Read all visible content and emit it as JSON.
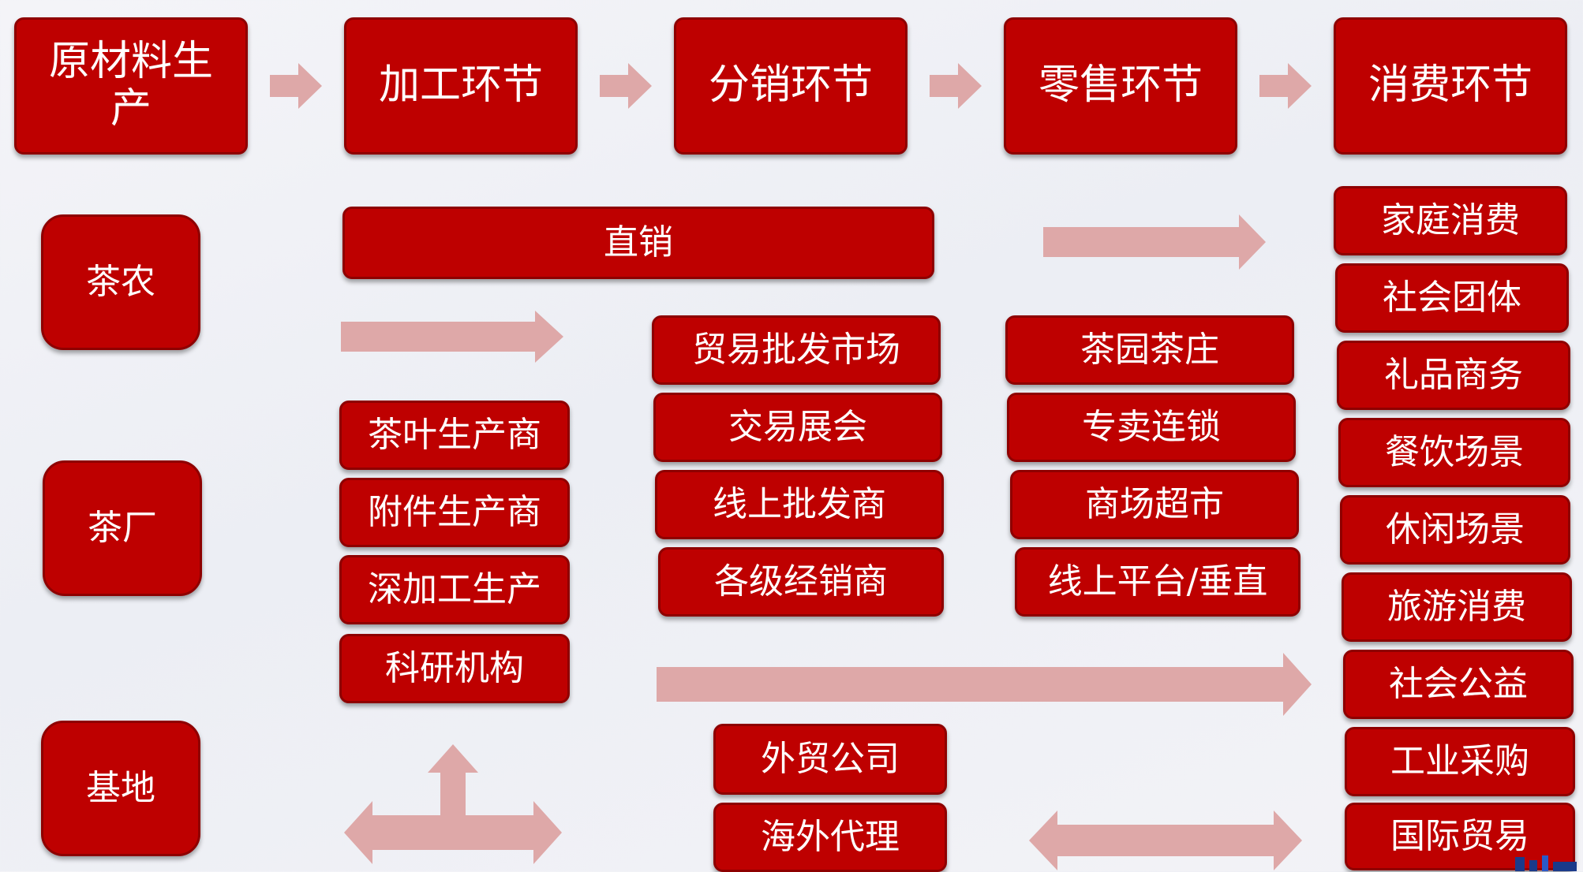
{
  "stages": [
    "原材料生产",
    "加工环节",
    "分销环节",
    "零售环节",
    "消费环节"
  ],
  "sources": [
    "茶农",
    "茶厂",
    "基地"
  ],
  "direct_sales": "直销",
  "producers": [
    "茶叶生产商",
    "附件生产商",
    "深加工生产",
    "科研机构"
  ],
  "distributors": [
    "贸易批发市场",
    "交易展会",
    "线上批发商",
    "各级经销商"
  ],
  "retailers": [
    "茶园茶庄",
    "专卖连锁",
    "商场超市",
    "线上平台/垂直"
  ],
  "trade": [
    "外贸公司",
    "海外代理"
  ],
  "consumption": [
    "家庭消费",
    "社会团体",
    "礼品商务",
    "餐饮场景",
    "休闲场景",
    "旅游消费",
    "社会公益",
    "工业采购",
    "国际贸易"
  ],
  "colors": {
    "box": "#be0000",
    "border": "#8e0000",
    "arrow": "#dea8a8"
  }
}
